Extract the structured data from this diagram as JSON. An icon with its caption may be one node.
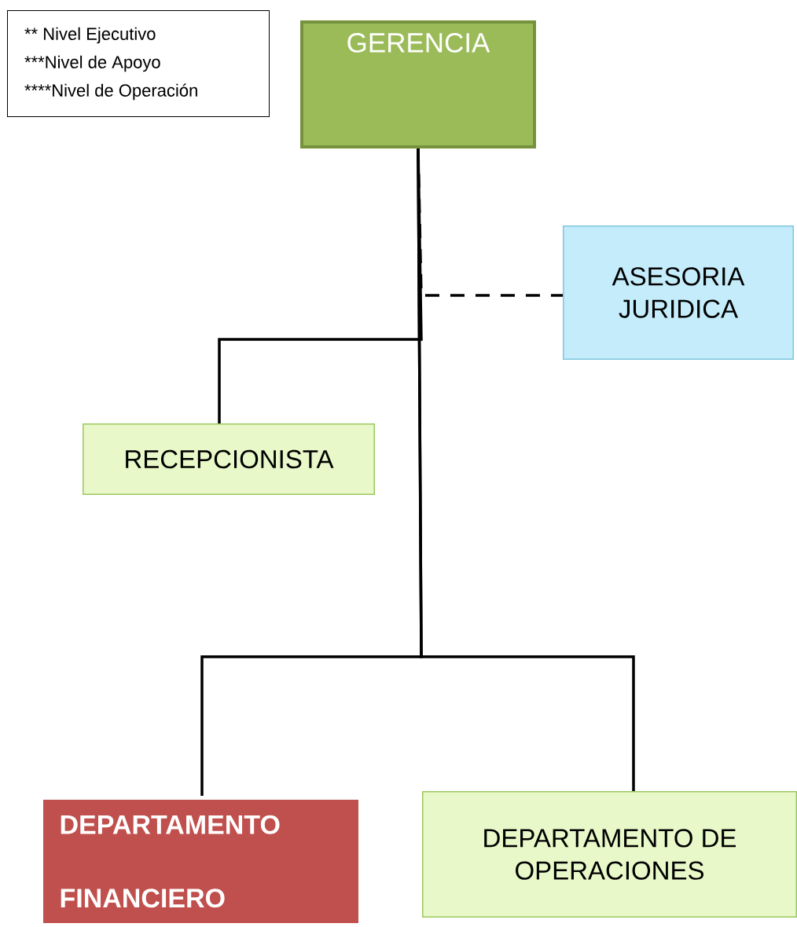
{
  "diagram": {
    "nodes": [
      {
        "text": [
          "** Nivel  Ejecutivo",
          "***Nivel de Apoyo",
          "****Nivel de Operación"
        ]
      },
      {
        "text": [
          "GERENCIA"
        ]
      },
      {
        "text": [
          "ASESORIA JURIDICA"
        ]
      },
      {
        "text": [
          "RECEPCIONISTA"
        ]
      },
      {
        "text": [
          "DEPARTAMENTO FINANCIERO"
        ]
      },
      {
        "text": [
          "DEPARTAMENTO DE OPERACIONES"
        ]
      }
    ],
    "edges": [
      {
        "from": 1,
        "to": 2,
        "arrow": "none",
        "style": "dashed"
      },
      {
        "from": 1,
        "to": 3,
        "arrow": "none"
      },
      {
        "from": 1,
        "to": 4,
        "arrow": "none"
      },
      {
        "from": 1,
        "to": 5,
        "arrow": "none"
      }
    ]
  }
}
